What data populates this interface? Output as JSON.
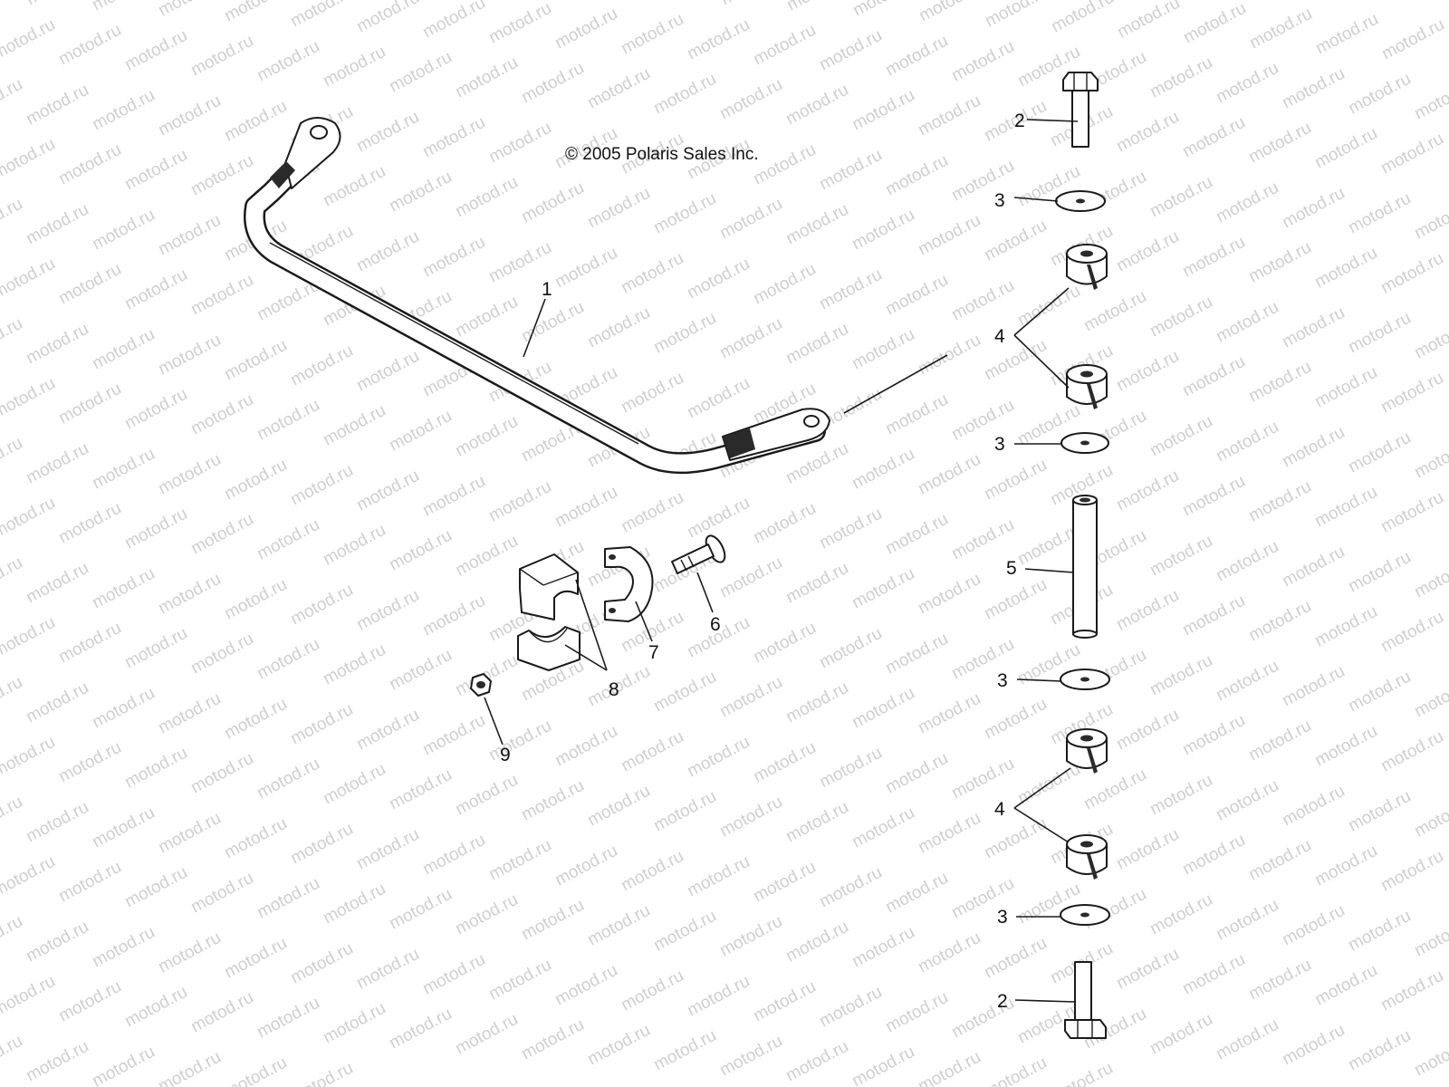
{
  "copyright": "© 2005 Polaris Sales Inc.",
  "watermark": "motod.ru",
  "callouts": {
    "c1": "1",
    "c2a": "2",
    "c2b": "2",
    "c3a": "3",
    "c3b": "3",
    "c3c": "3",
    "c3d": "3",
    "c4a": "4",
    "c4b": "4",
    "c5": "5",
    "c6": "6",
    "c7": "7",
    "c8": "8",
    "c9": "9"
  }
}
